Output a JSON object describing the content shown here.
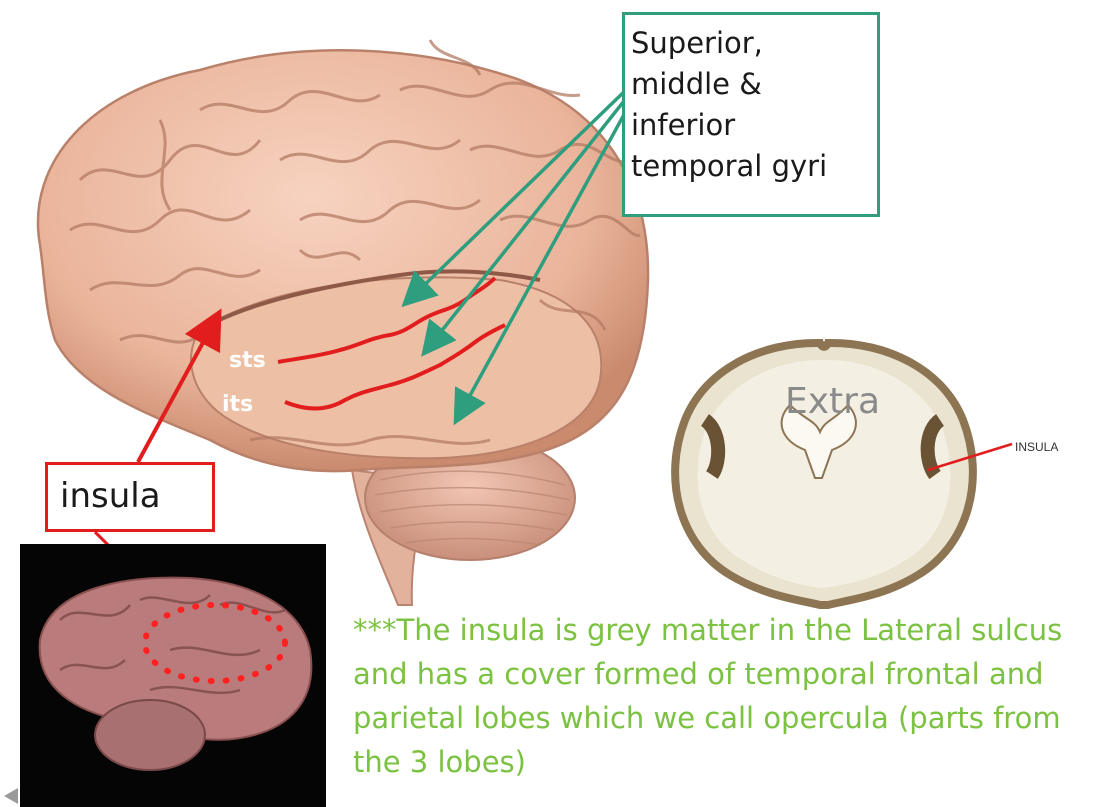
{
  "labels": {
    "gyri_box_lines": [
      "Superior,",
      "middle &",
      "inferior",
      "temporal gyri"
    ],
    "insula_box": "insula",
    "sts": "sts",
    "its": "its",
    "coronal_watermark": "Extra",
    "coronal_insula": "INSULA"
  },
  "note": "***The insula is grey matter in the Lateral sulcus and has a cover formed of temporal frontal and parietal lobes which we call opercula (parts from the 3 lobes)",
  "colors": {
    "teal": "#2e9e7f",
    "red": "#e21d1d",
    "green_text": "#7cc242",
    "brain_pink": "#f0c2aa"
  }
}
